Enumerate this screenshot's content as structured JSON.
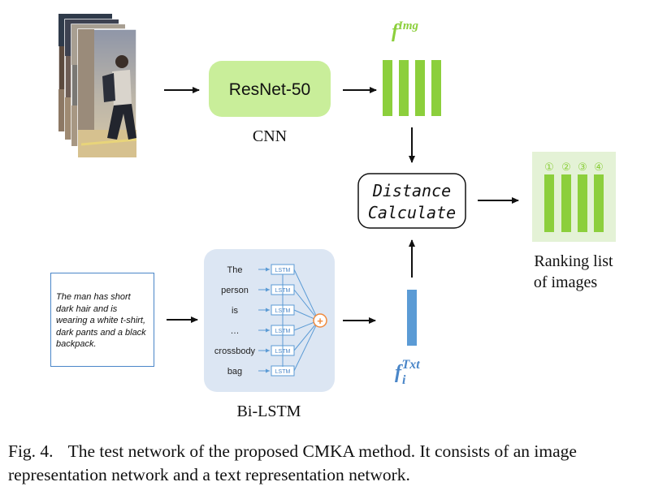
{
  "cnn": {
    "block_label": "ResNet-50",
    "caption": "CNN"
  },
  "image_feature": {
    "symbol": "f",
    "superscript": "Img"
  },
  "text_feature": {
    "symbol": "f",
    "subscript": "i",
    "superscript": "Txt"
  },
  "distance": {
    "line1": "Distance",
    "line2": "Calculate"
  },
  "ranking": {
    "badges": [
      "①",
      "②",
      "③",
      "④"
    ],
    "caption_line1": "Ranking list",
    "caption_line2": "of images"
  },
  "text_description": "The man has short dark hair and is wearing a white t-shirt, dark pants and a black backpack.",
  "bilstm": {
    "caption": "Bi-LSTM",
    "cell_label": "LSTM",
    "words": [
      "The",
      "person",
      "is",
      "…",
      "crossbody",
      "bag"
    ],
    "merge_symbol": "+"
  },
  "caption": {
    "fig_label": "Fig. 4.",
    "text": "The test network of the proposed CMKA method. It consists of an image representation network and a text representation network."
  },
  "colors": {
    "green_block": "#c9ee9a",
    "green_bar": "#8ccf3c",
    "blue_bar": "#5b9bd5",
    "feature_blue": "#4a86c8",
    "lstm_panel": "#dce6f3",
    "merge_orange": "#f08a3c",
    "ranking_bg": "#e4f2d6"
  }
}
